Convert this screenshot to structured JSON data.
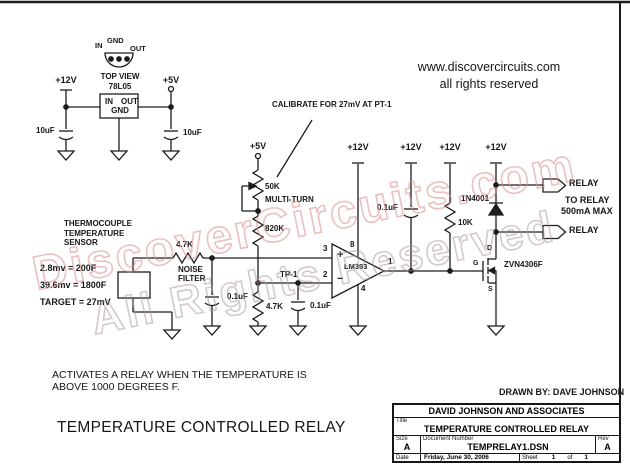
{
  "watermark": {
    "line1": "DiscoverCircuits.com",
    "line2": "All Rights Reserved"
  },
  "copyright": {
    "line1": "www.discovercircuits.com",
    "line2": "all rights reserved"
  },
  "regulator": {
    "pkg_in": "IN",
    "pkg_gnd": "GND",
    "pkg_out": "OUT",
    "pkg_view": "TOP VIEW",
    "pkg_part": "78L05",
    "input_rail": "+12V",
    "output_rail": "+5V",
    "cap_in": "10uF",
    "cap_out": "10uF",
    "box_in": "IN",
    "box_out": "OUT",
    "box_gnd": "GND"
  },
  "thermocouple": {
    "label_l1": "THERMOCOUPLE",
    "label_l2": "TEMPERATURE",
    "label_l3": "SENSOR",
    "note1": "2.8mv = 200F",
    "note2": "39.6mv = 1800F",
    "note3": "TARGET = 27mV"
  },
  "noise_filter": {
    "resistor": "4.7K",
    "label_l1": "NOISE",
    "label_l2": "FILTER",
    "cap": "0.1uF"
  },
  "reference": {
    "rail": "+5V",
    "pot_value": "50K",
    "pot_type": "MULTI-TURN",
    "r_top": "820K",
    "r_bottom": "4.7K",
    "cap": "0.1uF",
    "test_point": "TP-1",
    "calibrate_note": "CALIBRATE FOR 27mV AT PT-1"
  },
  "comparator": {
    "part": "LM393",
    "noninv": "+",
    "inv": "−",
    "pin1": "1",
    "pin2": "2",
    "pin3": "3",
    "pin4": "4",
    "pin8": "8",
    "bypass_cap": "0.1uF",
    "pullup": "10K"
  },
  "rails": {
    "r1": "+12V",
    "r2": "+12V",
    "r3": "+12V",
    "r4": "+12V"
  },
  "driver": {
    "diode": "1N4001",
    "mosfet": "ZVN4306F",
    "drain": "D",
    "gate": "G",
    "source": "S",
    "relay_top": "RELAY",
    "relay_bottom": "RELAY",
    "note_l1": "TO RELAY",
    "note_l2": "500mA MAX"
  },
  "description": {
    "line1": "ACTIVATES A RELAY WHEN THE TEMPERATURE IS",
    "line2": "ABOVE 1000 DEGREES F.",
    "title": "TEMPERATURE CONTROLLED RELAY"
  },
  "titleblock": {
    "drawn_by": "DRAWN BY: DAVE JOHNSON",
    "company": "DAVID JOHNSON AND ASSOCIATES",
    "title_label": "Title",
    "title": "TEMPERATURE CONTROLLED RELAY",
    "size_label": "Size",
    "size": "A",
    "doc_label": "Document Number",
    "doc_number": "TEMPRELAY1.DSN",
    "rev_label": "Rev",
    "rev": "A",
    "date_label": "Date",
    "date": "Friday, June 30, 2006",
    "sheet_label": "Sheet",
    "sheet_num": "1",
    "of_label": "of",
    "sheet_total": "1"
  }
}
